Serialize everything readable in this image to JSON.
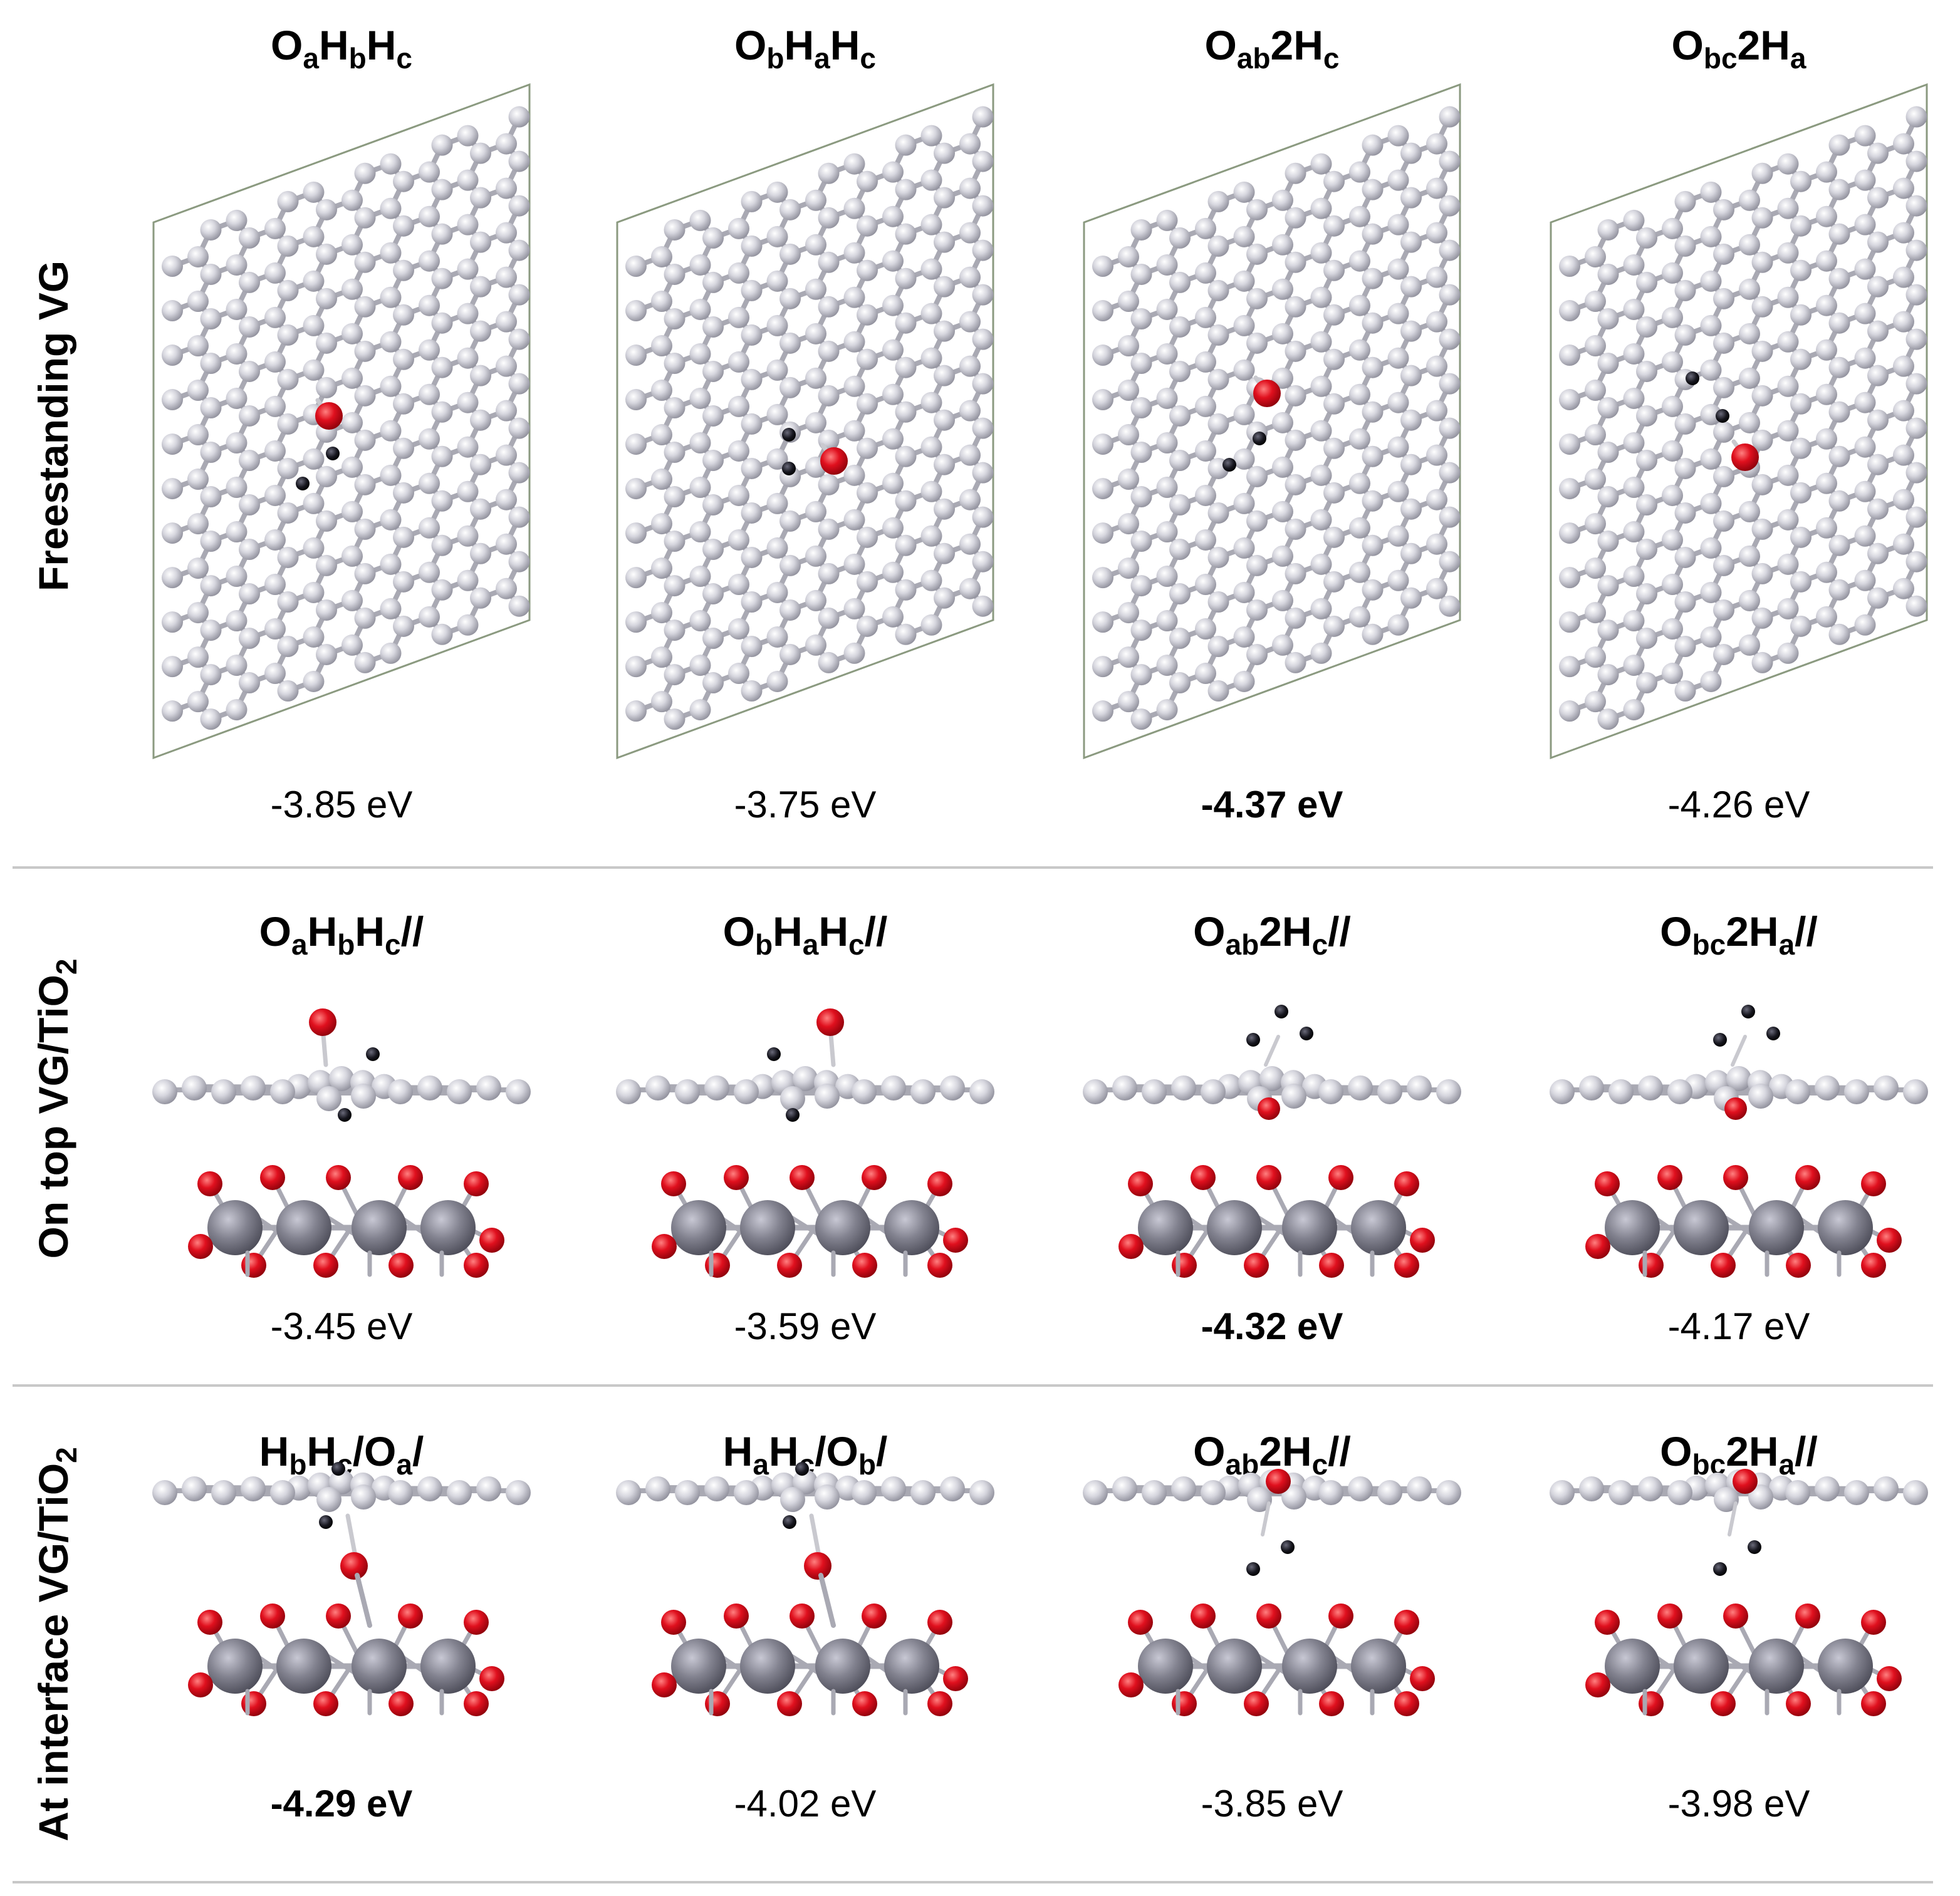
{
  "rows": [
    {
      "label": "Freestanding VG",
      "label_sub": [],
      "type": "top",
      "panels": [
        {
          "label": "OaHbHc",
          "title": [
            [
              "O",
              ""
            ],
            [
              "a",
              "sub"
            ],
            [
              "H",
              ""
            ],
            [
              "b",
              "sub"
            ],
            [
              "H",
              ""
            ],
            [
              "c",
              "sub"
            ]
          ],
          "energy": "-3.85 eV",
          "best": false,
          "ads": "a"
        },
        {
          "label": "ObHaHc",
          "title": [
            [
              "O",
              ""
            ],
            [
              "b",
              "sub"
            ],
            [
              "H",
              ""
            ],
            [
              "a",
              "sub"
            ],
            [
              "H",
              ""
            ],
            [
              "c",
              "sub"
            ]
          ],
          "energy": "-3.75 eV",
          "best": false,
          "ads": "b"
        },
        {
          "label": "Oab2Hc",
          "title": [
            [
              "O",
              ""
            ],
            [
              "ab",
              "sub"
            ],
            [
              "2H",
              ""
            ],
            [
              "c",
              "sub"
            ]
          ],
          "energy": "-4.37 eV",
          "best": true,
          "ads": "c"
        },
        {
          "label": "Obc2Ha",
          "title": [
            [
              "O",
              ""
            ],
            [
              "bc",
              "sub"
            ],
            [
              "2H",
              ""
            ],
            [
              "a",
              "sub"
            ]
          ],
          "energy": "-4.26 eV",
          "best": false,
          "ads": "d"
        }
      ]
    },
    {
      "label": "On top VG/TiO",
      "label_sub": [
        "2"
      ],
      "type": "ontop",
      "panels": [
        {
          "label": "OaHbHc//",
          "title": [
            [
              "O",
              ""
            ],
            [
              "a",
              "sub"
            ],
            [
              "H",
              ""
            ],
            [
              "b",
              "sub"
            ],
            [
              "H",
              ""
            ],
            [
              "c",
              "sub"
            ],
            [
              "//",
              ""
            ]
          ],
          "energy": "-3.45 eV",
          "best": false,
          "ads": "a"
        },
        {
          "label": "ObHaHc//",
          "title": [
            [
              "O",
              ""
            ],
            [
              "b",
              "sub"
            ],
            [
              "H",
              ""
            ],
            [
              "a",
              "sub"
            ],
            [
              "H",
              ""
            ],
            [
              "c",
              "sub"
            ],
            [
              "//",
              ""
            ]
          ],
          "energy": "-3.59 eV",
          "best": false,
          "ads": "b"
        },
        {
          "label": "Oab2Hc//",
          "title": [
            [
              "O",
              ""
            ],
            [
              "ab",
              "sub"
            ],
            [
              "2H",
              ""
            ],
            [
              "c",
              "sub"
            ],
            [
              "//",
              ""
            ]
          ],
          "energy": "-4.32 eV",
          "best": true,
          "ads": "c"
        },
        {
          "label": "Obc2Ha//",
          "title": [
            [
              "O",
              ""
            ],
            [
              "bc",
              "sub"
            ],
            [
              "2H",
              ""
            ],
            [
              "a",
              "sub"
            ],
            [
              "//",
              ""
            ]
          ],
          "energy": "-4.17 eV",
          "best": false,
          "ads": "d"
        }
      ]
    },
    {
      "label": "At interface VG/TiO",
      "label_sub": [
        "2"
      ],
      "type": "interface",
      "panels": [
        {
          "label": "HbHc/Oa/",
          "title": [
            [
              "H",
              ""
            ],
            [
              "b",
              "sub"
            ],
            [
              "H",
              ""
            ],
            [
              "c",
              "sub"
            ],
            [
              "/O",
              ""
            ],
            [
              "a",
              "sub"
            ],
            [
              "/",
              ""
            ]
          ],
          "energy": "-4.29 eV",
          "best": true,
          "ads": "a"
        },
        {
          "label": "HaHc/Ob/",
          "title": [
            [
              "H",
              ""
            ],
            [
              "a",
              "sub"
            ],
            [
              "H",
              ""
            ],
            [
              "c",
              "sub"
            ],
            [
              "/O",
              ""
            ],
            [
              "b",
              "sub"
            ],
            [
              "/",
              ""
            ]
          ],
          "energy": "-4.02 eV",
          "best": false,
          "ads": "b"
        },
        {
          "label": "Oab2Hc//",
          "title": [
            [
              "O",
              ""
            ],
            [
              "ab",
              "sub"
            ],
            [
              "2H",
              ""
            ],
            [
              "c",
              "sub"
            ],
            [
              "//",
              ""
            ]
          ],
          "energy": "-3.85 eV",
          "best": false,
          "ads": "c"
        },
        {
          "label": "Obc2Ha//",
          "title": [
            [
              "O",
              ""
            ],
            [
              "bc",
              "sub"
            ],
            [
              "2H",
              ""
            ],
            [
              "a",
              "sub"
            ],
            [
              "//",
              ""
            ]
          ],
          "energy": "-3.98 eV",
          "best": false,
          "ads": "d"
        }
      ]
    }
  ],
  "colors": {
    "carbon": "#c9c9d3",
    "carbon_dark": "#8a8a96",
    "bond": "#a9a9b3",
    "oxygen": "#d4061a",
    "hydrogen": "#16161e",
    "titanium": "#80808f",
    "cell": "#8b9a80",
    "divider": "#c8c8c8"
  }
}
